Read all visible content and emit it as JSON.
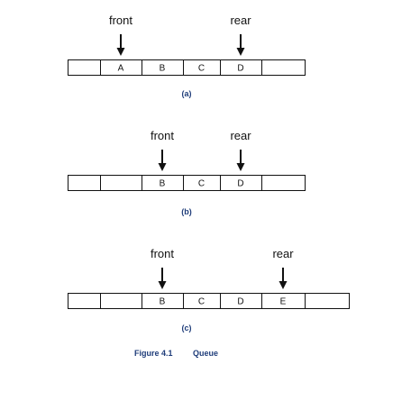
{
  "colors": {
    "ink": "#111111",
    "caption": "#1f3d7a",
    "background": "#ffffff"
  },
  "diagrams": [
    {
      "cells": [
        "",
        "A",
        "B",
        "C",
        "D",
        ""
      ],
      "front": {
        "label": "front",
        "index": 1
      },
      "rear": {
        "label": "rear",
        "index": 4
      },
      "label": "(a)"
    },
    {
      "cells": [
        "",
        "",
        "B",
        "C",
        "D",
        ""
      ],
      "front": {
        "label": "front",
        "index": 2
      },
      "rear": {
        "label": "rear",
        "index": 4
      },
      "label": "(b)"
    },
    {
      "cells": [
        "",
        "",
        "B",
        "C",
        "D",
        "E",
        ""
      ],
      "front": {
        "label": "front",
        "index": 2
      },
      "rear": {
        "label": "rear",
        "index": 5
      },
      "label": "(c)"
    }
  ],
  "caption": {
    "number": "Figure 4.1",
    "title": "Queue"
  }
}
